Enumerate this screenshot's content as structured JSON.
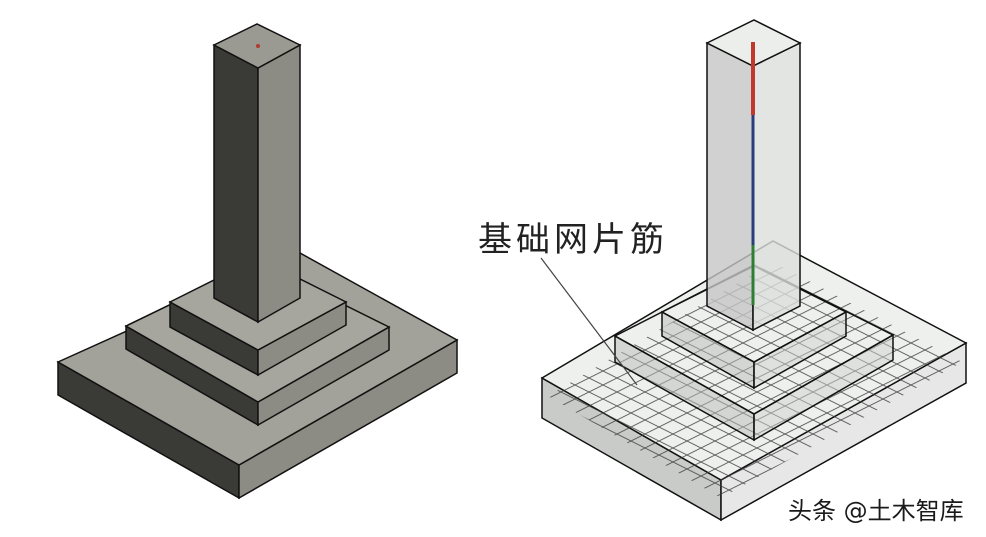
{
  "figure": {
    "left_model": {
      "description": "Solid concrete stepped isolated footing with column",
      "colors": {
        "top": "#9a9a92",
        "left": "#3a3a36",
        "right": "#8c8c84",
        "edge": "#111111"
      }
    },
    "right_model": {
      "description": "Transparent stepped footing showing mesh reinforcement",
      "colors": {
        "fill": "#d8dad8",
        "grid": "#3a3a3a",
        "rebar_top": "#c0392b",
        "rebar_mid": "#2c3e7a",
        "rebar_bottom": "#2e7d32"
      }
    },
    "callout": {
      "label": "基础网片筋"
    },
    "watermark": {
      "text": "头条 @土木智库"
    }
  }
}
